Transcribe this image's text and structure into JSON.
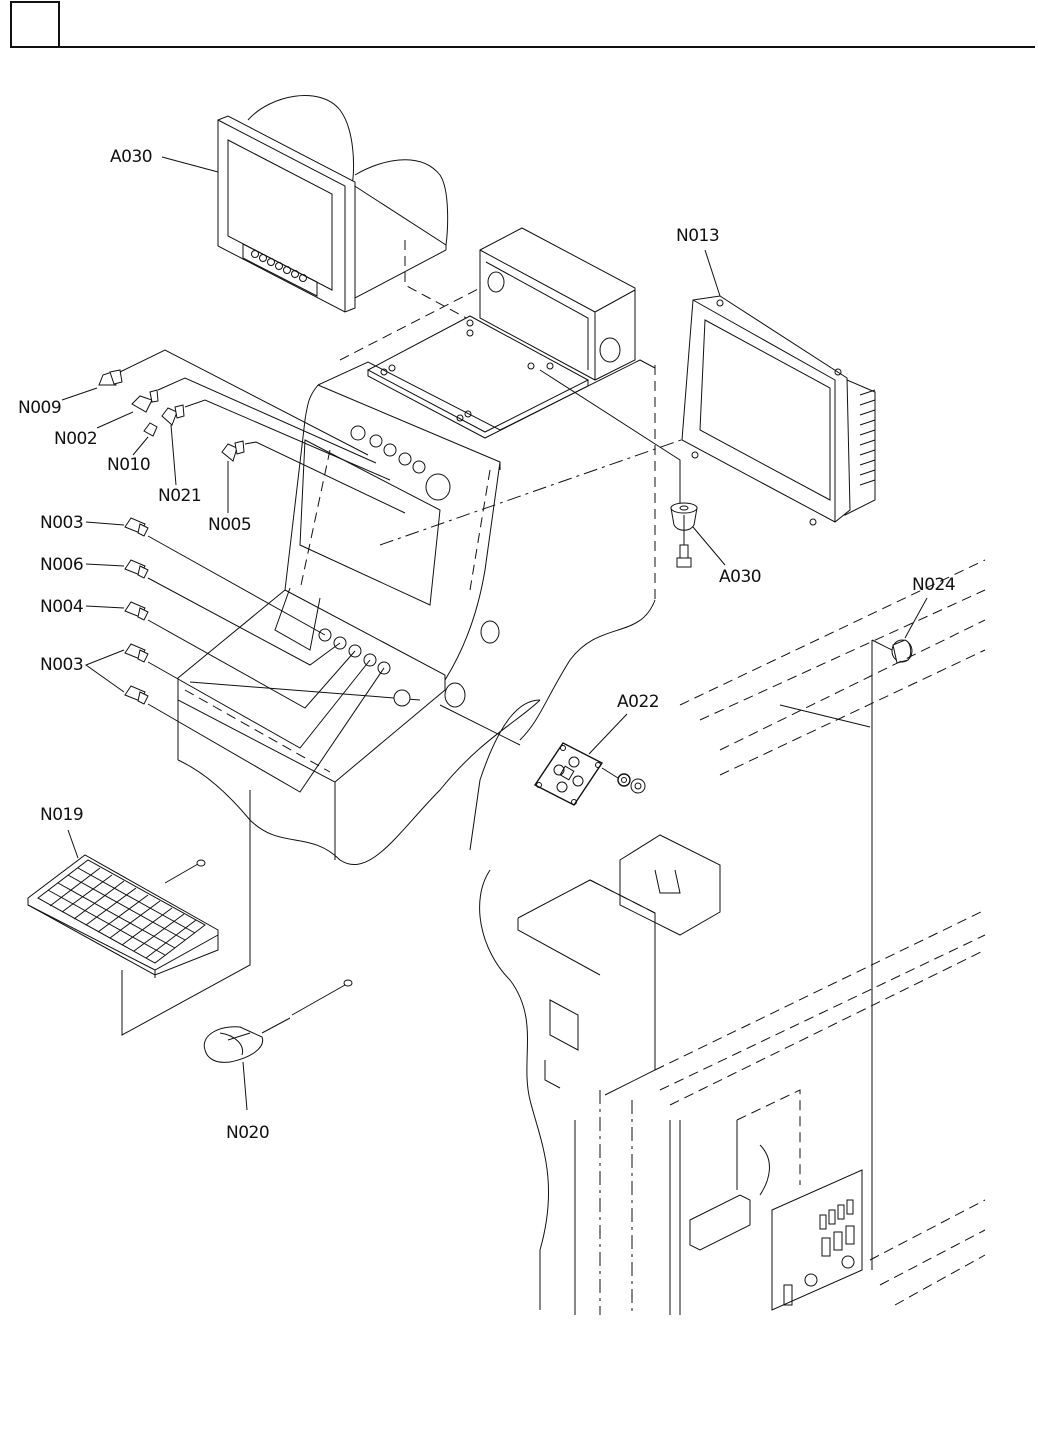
{
  "header": {
    "section_number": "",
    "title": ""
  },
  "diagram": {
    "type": "exploded-parts-view",
    "subject": "Operator console assembly with monitors, switches, keyboard and mouse",
    "callouts": [
      {
        "id": "A030-monitor",
        "label": "A030",
        "part": "monitor (rear-mounted display)"
      },
      {
        "id": "N013",
        "label": "N013",
        "part": "LCD display panel"
      },
      {
        "id": "A030-foot",
        "label": "A030",
        "part": "rubber foot with screw"
      },
      {
        "id": "N009",
        "label": "N009",
        "part": "selector switch"
      },
      {
        "id": "N002",
        "label": "N002",
        "part": "push button"
      },
      {
        "id": "N010",
        "label": "N010",
        "part": "button cap"
      },
      {
        "id": "N021",
        "label": "N021",
        "part": "push button"
      },
      {
        "id": "N005",
        "label": "N005",
        "part": "push button"
      },
      {
        "id": "N003-a",
        "label": "N003",
        "part": "indicator lamp"
      },
      {
        "id": "N006",
        "label": "N006",
        "part": "indicator lamp"
      },
      {
        "id": "N004",
        "label": "N004",
        "part": "indicator lamp"
      },
      {
        "id": "N003-b",
        "label": "N003",
        "part": "indicator lamp (x2)"
      },
      {
        "id": "N024",
        "label": "N024",
        "part": "cap / plug"
      },
      {
        "id": "A022",
        "label": "A022",
        "part": "directional keypad"
      },
      {
        "id": "N019",
        "label": "N019",
        "part": "keyboard"
      },
      {
        "id": "N020",
        "label": "N020",
        "part": "mouse"
      }
    ]
  }
}
